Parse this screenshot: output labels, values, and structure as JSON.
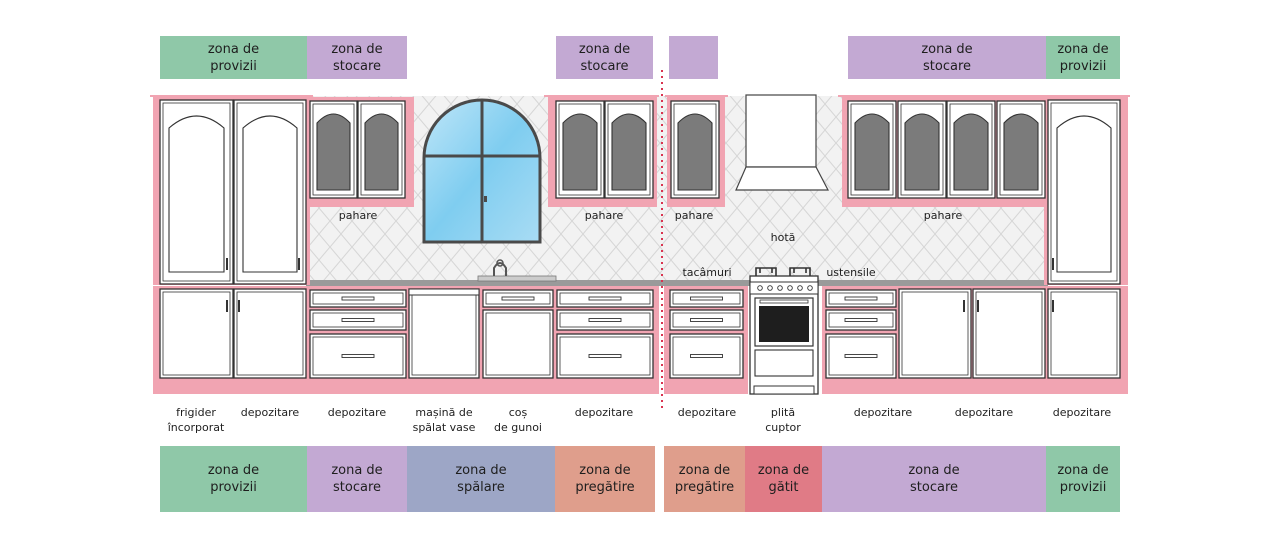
{
  "colors": {
    "provizii": "#8fc8a8",
    "stocare": "#c3a9d3",
    "spalare": "#9da6c6",
    "pregatire": "#df9e8c",
    "gatit": "#e07b86",
    "cabinet_frame": "#f1a4b2",
    "divider": "#d9334f"
  },
  "top_zones": [
    {
      "text": "zona de\nprovizii",
      "color_key": "provizii"
    },
    {
      "text": "zona de\nstocare",
      "color_key": "stocare"
    },
    {
      "text": "zona de\nstocare",
      "color_key": "stocare"
    },
    {
      "text": "",
      "color_key": "stocare"
    },
    {
      "text": "zona de\nstocare",
      "color_key": "stocare"
    },
    {
      "text": "zona de\nprovizii",
      "color_key": "provizii"
    }
  ],
  "bottom_zones": [
    {
      "text": "zona de\nprovizii",
      "color_key": "provizii"
    },
    {
      "text": "zona de\nstocare",
      "color_key": "stocare"
    },
    {
      "text": "zona de\nspălare",
      "color_key": "spalare"
    },
    {
      "text": "zona de\npregătire",
      "color_key": "pregatire"
    },
    {
      "text": "zona de\npregătire",
      "color_key": "pregatire"
    },
    {
      "text": "zona de\ngătit",
      "color_key": "gatit"
    },
    {
      "text": "zona de\nstocare",
      "color_key": "stocare"
    },
    {
      "text": "zona de\nprovizii",
      "color_key": "provizii"
    }
  ],
  "item_labels": [
    "frigider\nîncorporat",
    "depozitare",
    "depozitare",
    "mașină de\nspălat vase",
    "coș\nde gunoi",
    "depozitare",
    "depozitare",
    "plită\ncuptor",
    "depozitare",
    "depozitare",
    "depozitare"
  ],
  "wall_labels": [
    "pahare",
    "pahare",
    "pahare",
    "hotă",
    "pahare",
    "tacâmuri",
    "ustensile"
  ]
}
